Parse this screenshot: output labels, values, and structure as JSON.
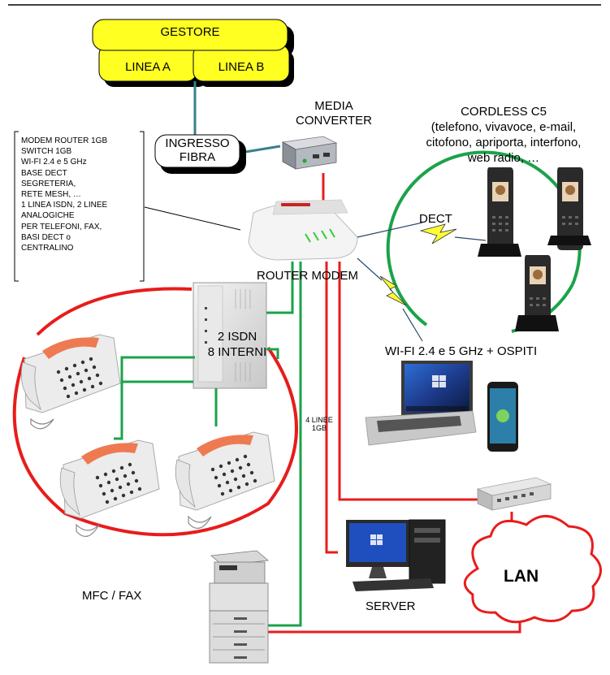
{
  "top_rule_color": "#000000",
  "colors": {
    "provider_fill": "#ffff22",
    "line_green": "#1aa34a",
    "line_red": "#e81c1c",
    "line_teal": "#3a7f8c",
    "wireless_fill": "#ffff33",
    "wireless_stroke": "#2a4a6a"
  },
  "provider": {
    "title": "GESTORE",
    "line_a": "LINEA A",
    "line_b": "LINEA B"
  },
  "fiber_ingress": {
    "line1": "INGRESSO",
    "line2": "FIBRA"
  },
  "media_converter": {
    "line1": "MEDIA",
    "line2": "CONVERTER"
  },
  "router_features": [
    "MODEM ROUTER 1GB",
    "SWITCH 1GB",
    "WI-FI 2.4 e 5 GHz",
    "BASE DECT",
    "SEGRETERIA,",
    "RETE MESH, …",
    "1 LINEA ISDN, 2 LINEE",
    "ANALOGICHE",
    "PER TELEFONI, FAX,",
    "BASI DECT o",
    "CENTRALINO"
  ],
  "router_label": "ROUTER MODEM",
  "cordless": {
    "title": "CORDLESS C5",
    "desc_lines": [
      "(telefono, vivavoce, e-mail,",
      "citofono, apriporta, interfono,",
      "web radio, …"
    ]
  },
  "dect_label": "DECT",
  "pbx": {
    "line1": "2 ISDN",
    "line2": "8 INTERNI"
  },
  "wifi_label": "WI-FI 2.4 e 5 GHz + OSPITI",
  "lines_label": {
    "line1": "4 LINEE",
    "line2": "1GB"
  },
  "mfc_label": "MFC / FAX",
  "server_label": "SERVER",
  "lan_label": "LAN",
  "icons": [
    "phone-handset-icon",
    "cordless-phone-icon",
    "laptop-icon",
    "smartphone-icon",
    "server-icon",
    "printer-icon",
    "switch-icon",
    "router-icon",
    "pbx-icon",
    "media-converter-icon",
    "cloud-icon"
  ]
}
